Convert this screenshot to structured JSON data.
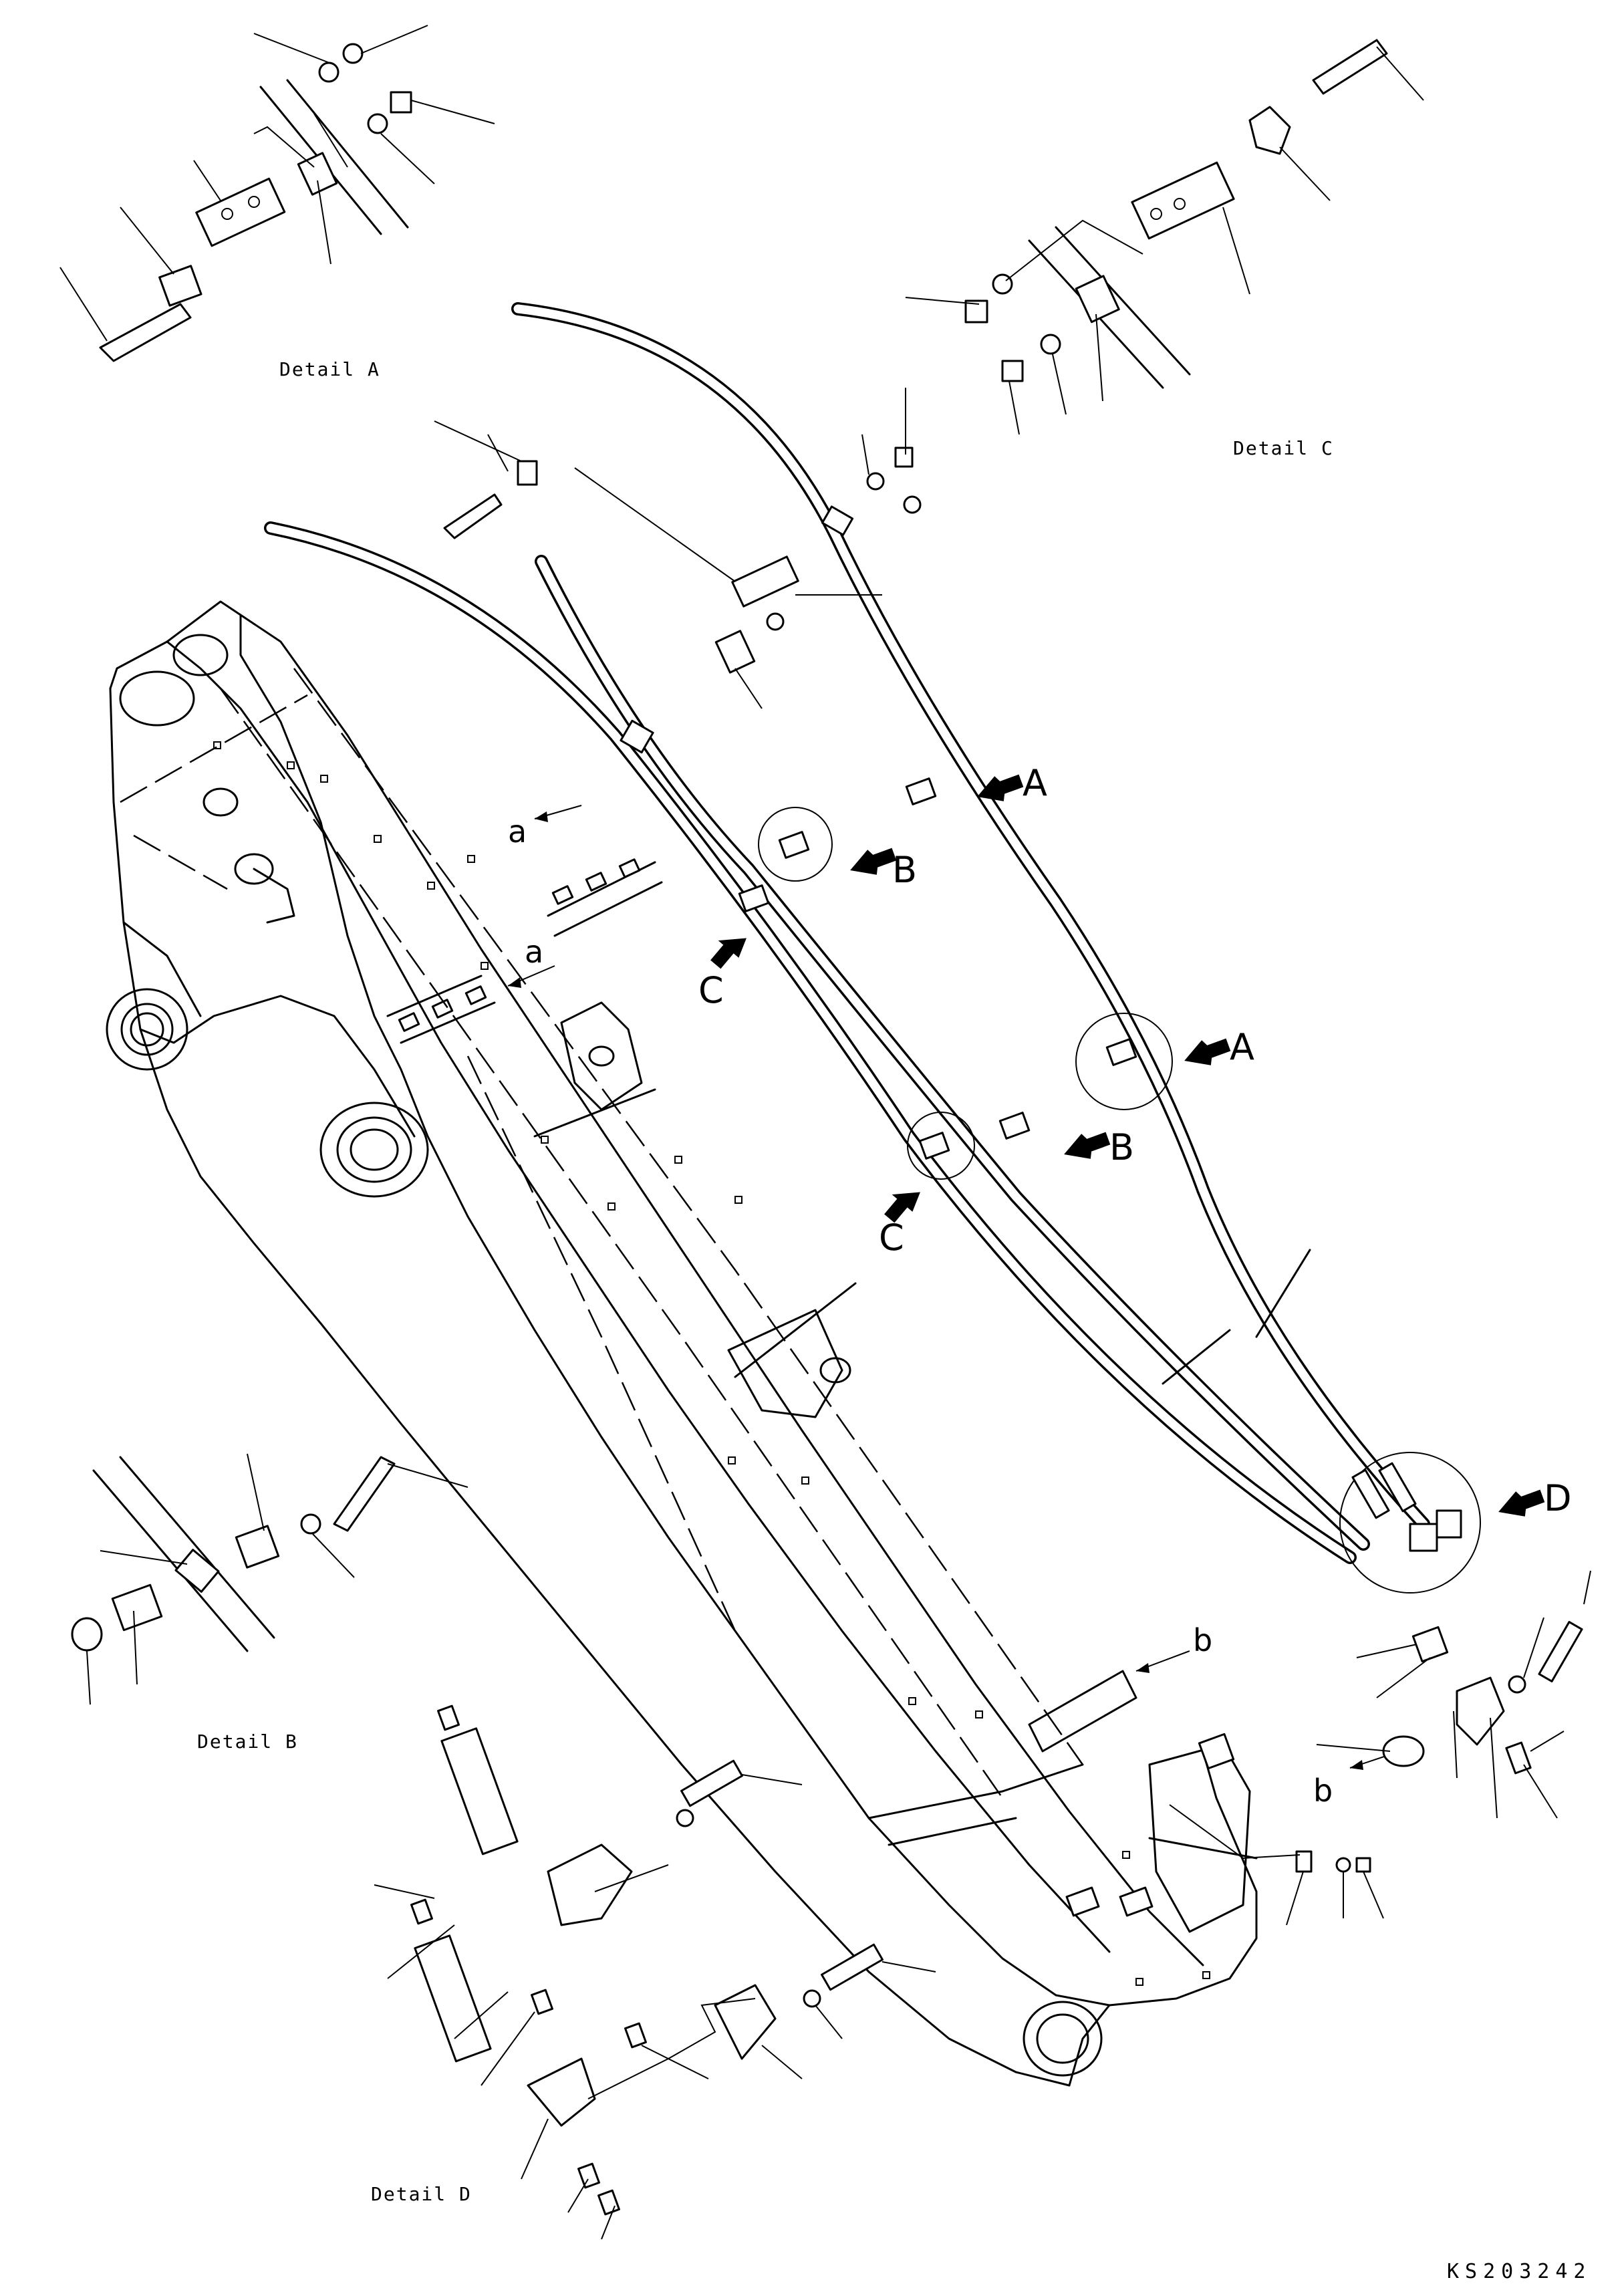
{
  "details": {
    "a": "Detail A",
    "b": "Detail B",
    "c": "Detail C",
    "d": "Detail D"
  },
  "callouts": {
    "upper_a": "A",
    "lower_a": "A",
    "upper_b": "B",
    "lower_b": "B",
    "upper_c": "C",
    "lower_c": "C",
    "d": "D"
  },
  "refs": {
    "a_upper": "a",
    "a_lower": "a",
    "b_boom": "b",
    "b_fitting": "b"
  },
  "drawing_code": "KS203242"
}
